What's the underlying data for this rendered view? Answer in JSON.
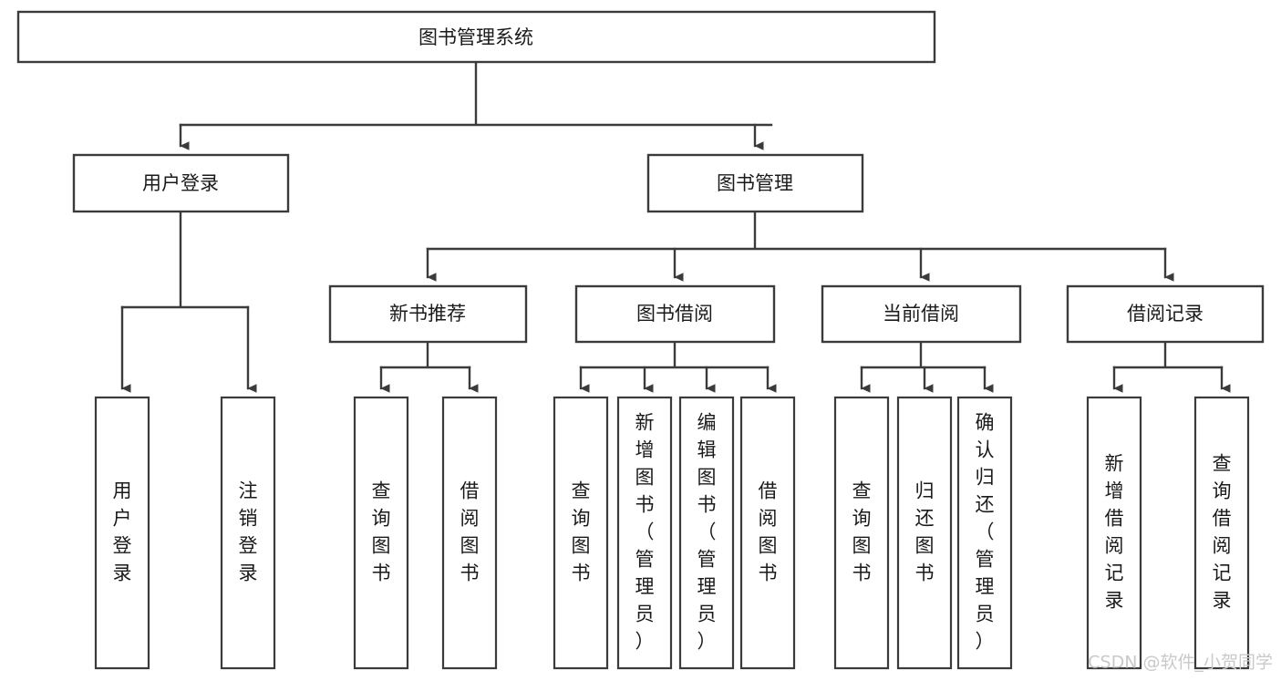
{
  "diagram": {
    "type": "tree",
    "title": "图书管理系统",
    "orientation": "top-down",
    "theme": {
      "background": "#ffffff",
      "box_fill": "#ffffff",
      "box_stroke": "#3b3b3b",
      "edge_color": "#3b3b3b",
      "label_color": "#1a1a1a",
      "watermark_color": "#c9c9c9"
    },
    "root": {
      "label": "图书管理系统",
      "orientation": "horizontal"
    },
    "level1": [
      {
        "label": "用户登录",
        "orientation": "horizontal"
      },
      {
        "label": "图书管理",
        "orientation": "horizontal"
      }
    ],
    "level2": [
      {
        "label": "新书推荐",
        "orientation": "horizontal"
      },
      {
        "label": "图书借阅",
        "orientation": "horizontal"
      },
      {
        "label": "当前借阅",
        "orientation": "horizontal"
      },
      {
        "label": "借阅记录",
        "orientation": "horizontal"
      }
    ],
    "leaves": {
      "用户登录": [
        {
          "label": "用户登录",
          "orientation": "vertical"
        },
        {
          "label": "注销登录",
          "orientation": "vertical"
        }
      ],
      "新书推荐": [
        {
          "label": "查询图书",
          "orientation": "vertical"
        },
        {
          "label": "借阅图书",
          "orientation": "vertical"
        }
      ],
      "图书借阅": [
        {
          "label": "查询图书",
          "orientation": "vertical"
        },
        {
          "label": "新增图书（管理员）",
          "orientation": "vertical"
        },
        {
          "label": "编辑图书（管理员）",
          "orientation": "vertical"
        },
        {
          "label": "借阅图书",
          "orientation": "vertical"
        }
      ],
      "当前借阅": [
        {
          "label": "查询图书",
          "orientation": "vertical"
        },
        {
          "label": "归还图书",
          "orientation": "vertical"
        },
        {
          "label": "确认归还（管理员）",
          "orientation": "vertical"
        }
      ],
      "借阅记录": [
        {
          "label": "新增借阅记录",
          "orientation": "vertical"
        },
        {
          "label": "查询借阅记录",
          "orientation": "vertical"
        }
      ]
    }
  },
  "nodes": {
    "root": {
      "text": "图书管理系统"
    },
    "user_login": {
      "text": "用户登录"
    },
    "book_manage": {
      "text": "图书管理"
    },
    "new_book_rec": {
      "text": "新书推荐"
    },
    "book_borrow": {
      "text": "图书借阅"
    },
    "current_borrow": {
      "text": "当前借阅"
    },
    "borrow_record": {
      "text": "借阅记录"
    },
    "leaf_user_login": {
      "text": "用户登录"
    },
    "leaf_logout": {
      "text": "注销登录"
    },
    "leaf_query_book_a": {
      "text": "查询图书"
    },
    "leaf_borrow_book_a": {
      "text": "借阅图书"
    },
    "leaf_query_book_b": {
      "text": "查询图书"
    },
    "leaf_add_book": {
      "text": "新增图书（管理员）"
    },
    "leaf_edit_book": {
      "text": "编辑图书（管理员）"
    },
    "leaf_borrow_book_b": {
      "text": "借阅图书"
    },
    "leaf_query_book_c": {
      "text": "查询图书"
    },
    "leaf_return_book": {
      "text": "归还图书"
    },
    "leaf_confirm_return": {
      "text": "确认归还（管理员）"
    },
    "leaf_add_record": {
      "text": "新增借阅记录"
    },
    "leaf_query_record": {
      "text": "查询借阅记录"
    }
  },
  "watermark": {
    "text": "CSDN @软件_小贺同学"
  }
}
